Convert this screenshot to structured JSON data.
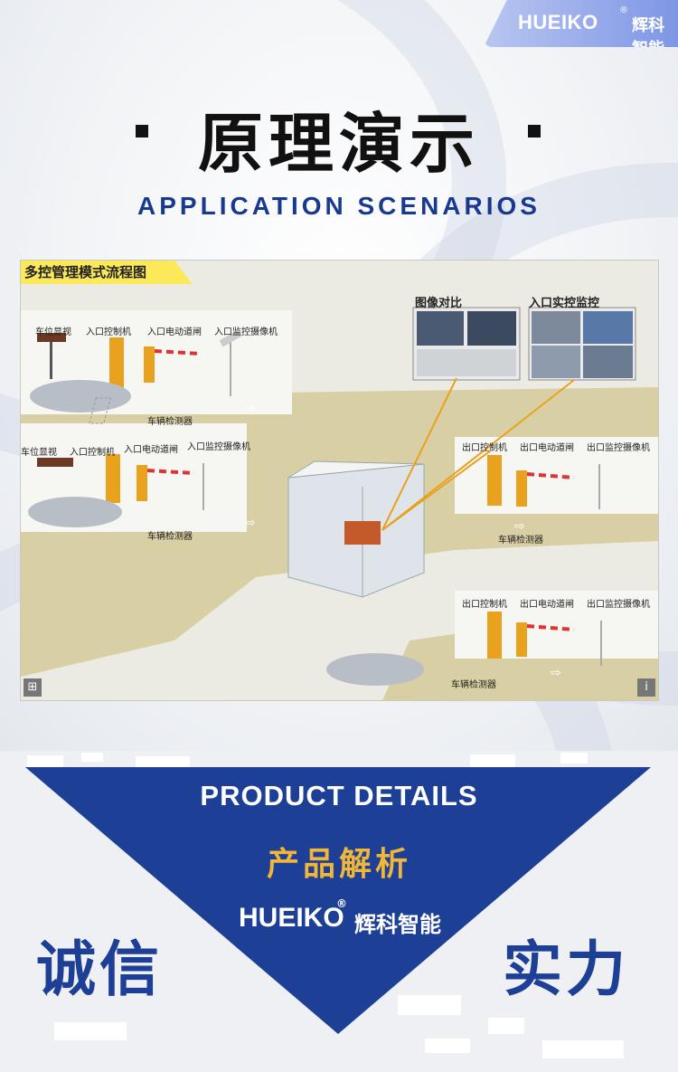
{
  "brand": {
    "name_en": "HUEIKO",
    "registered": "®",
    "name_cn": "辉科智能"
  },
  "heading": {
    "title": "原理演示",
    "subtitle": "APPLICATION SCENARIOS"
  },
  "flowchart": {
    "title": "多控管理模式流程图",
    "panel_labels": {
      "image_compare": "图像对比",
      "entry_monitor": "入口实控监控"
    },
    "entry1": {
      "display": "车位显视",
      "controller": "入口控制机",
      "barrier": "入口电动道闸",
      "camera": "入口监控摄像机",
      "detector": "车辆检测器"
    },
    "entry2": {
      "display": "车位显视",
      "controller": "入口控制机",
      "barrier": "入口电动道闸",
      "camera": "入口监控摄像机",
      "detector": "车辆检测器"
    },
    "exit1": {
      "controller": "出口控制机",
      "barrier": "出口电动道闸",
      "camera": "出口监控摄像机",
      "detector": "车辆检测器"
    },
    "exit2": {
      "controller": "出口控制机",
      "barrier": "出口电动道闸",
      "camera": "出口监控摄像机",
      "detector": "车辆检测器"
    },
    "corner_left": "⊞",
    "corner_right": "i"
  },
  "product": {
    "title_en": "PRODUCT DETAILS",
    "title_cn": "产品解析",
    "left_word": "诚信",
    "right_word": "实力"
  },
  "colors": {
    "navy": "#1d3f95",
    "gold": "#f0b63a",
    "barrier_orange": "#e8a21e"
  }
}
